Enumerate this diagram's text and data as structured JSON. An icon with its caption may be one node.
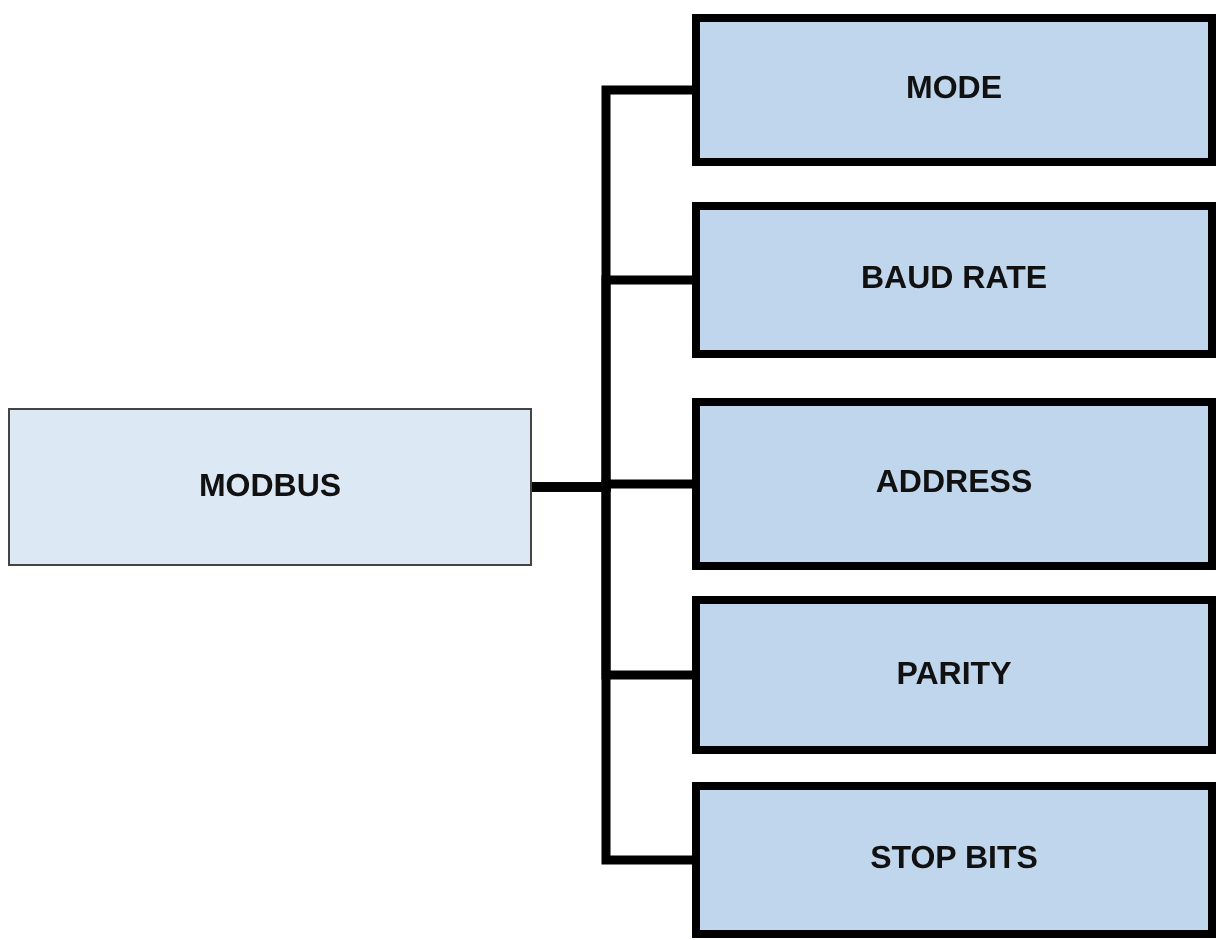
{
  "diagram": {
    "nodes": [
      {
        "text": [
          "MODBUS"
        ]
      },
      {
        "text": [
          "MODE"
        ]
      },
      {
        "text": [
          "BAUD RATE"
        ]
      },
      {
        "text": [
          "ADDRESS"
        ]
      },
      {
        "text": [
          "PARITY"
        ]
      },
      {
        "text": [
          "STOP BITS"
        ]
      }
    ],
    "edges": [
      {
        "from": 0,
        "to": 1,
        "arrow": "none"
      },
      {
        "from": 0,
        "to": 2,
        "arrow": "none"
      },
      {
        "from": 0,
        "to": 3,
        "arrow": "none"
      },
      {
        "from": 0,
        "to": 4,
        "arrow": "none"
      },
      {
        "from": 0,
        "to": 5,
        "arrow": "none"
      }
    ]
  }
}
